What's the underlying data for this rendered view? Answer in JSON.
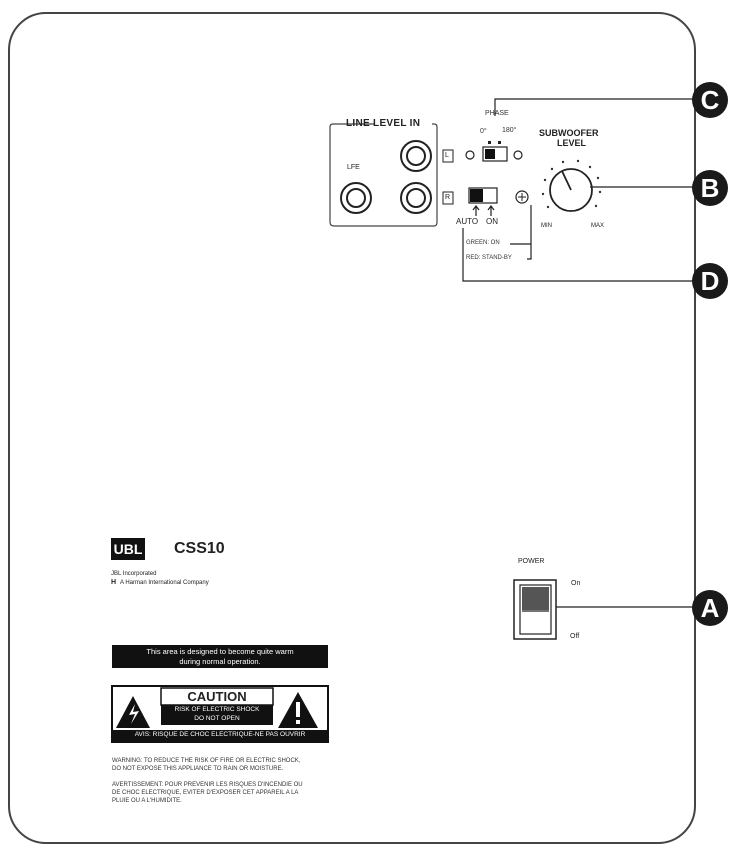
{
  "callouts": {
    "a": "A",
    "b": "B",
    "c": "C",
    "d": "D"
  },
  "inputs": {
    "title": "LINE LEVEL IN",
    "lfe": "LFE",
    "left": "L",
    "right": "R"
  },
  "phase": {
    "title": "PHASE",
    "zero": "0°",
    "one_eighty": "180°"
  },
  "level": {
    "title_line1": "SUBWOOFER",
    "title_line2": "LEVEL",
    "min": "MIN",
    "max": "MAX"
  },
  "mode": {
    "auto": "AUTO",
    "on": "ON",
    "green_on": "GREEN: ON",
    "red_standby": "RED: STAND-BY"
  },
  "power": {
    "title": "POWER",
    "on": "On",
    "off": "Off"
  },
  "brand": {
    "logo": "UBL",
    "model": "CSS10",
    "line1": "JBL Incorporated",
    "line2": "A Harman International Company",
    "logo_mark": "H"
  },
  "heat_notice": {
    "line1": "This area is designed to become quite warm",
    "line2": "during normal operation."
  },
  "caution": {
    "title": "CAUTION",
    "line1": "RISK OF ELECTRIC SHOCK",
    "line2": "DO NOT OPEN",
    "footer": "AVIS: RISQUE DE CHOC ELECTRIQUE-NE PAS OUVRIR"
  },
  "warning": {
    "line1": "WARNING: TO REDUCE THE RISK OF FIRE OR ELECTRIC SHOCK,",
    "line2": "DO NOT EXPOSE THIS APPLIANCE TO RAIN OR MOISTURE."
  },
  "avertissement": {
    "line1": "AVERTISSEMENT: POUR PREVENIR LES RISQUES D'INCENDIE OU",
    "line2": "DE CHOC ELECTRIQUE, EVITER D'EXPOSER CET APPAREIL A LA",
    "line3": "PLUIE OU A L'HUMIDITE."
  },
  "colors": {
    "outline": "#444444",
    "dark": "#111111",
    "callout": "#1a1a1a",
    "switch_red": "#555555"
  }
}
